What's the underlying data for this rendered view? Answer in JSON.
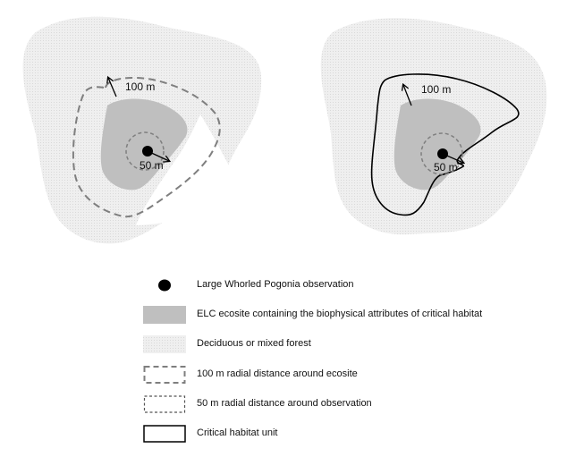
{
  "maps": {
    "left": {
      "label_100m": "100 m",
      "label_50m": "50 m"
    },
    "right": {
      "label_100m": "100 m",
      "label_50m": "50 m"
    }
  },
  "legend": {
    "items": [
      {
        "symbol": "observation-dot",
        "label": "Large Whorled Pogonia observation"
      },
      {
        "symbol": "ecosite-fill",
        "label": "ELC ecosite containing the biophysical attributes of critical habitat"
      },
      {
        "symbol": "forest-fill",
        "label": "Deciduous or mixed forest"
      },
      {
        "symbol": "dashed-long",
        "label": "100 m radial distance around ecosite"
      },
      {
        "symbol": "dashed-short",
        "label": "50 m radial distance around observation"
      },
      {
        "symbol": "solid-outline",
        "label": "Critical habitat unit"
      }
    ]
  },
  "colors": {
    "forest": "#ebebeb",
    "ecosite": "#bfbfbf",
    "line": "#7f7f7f",
    "observation": "#000000"
  }
}
